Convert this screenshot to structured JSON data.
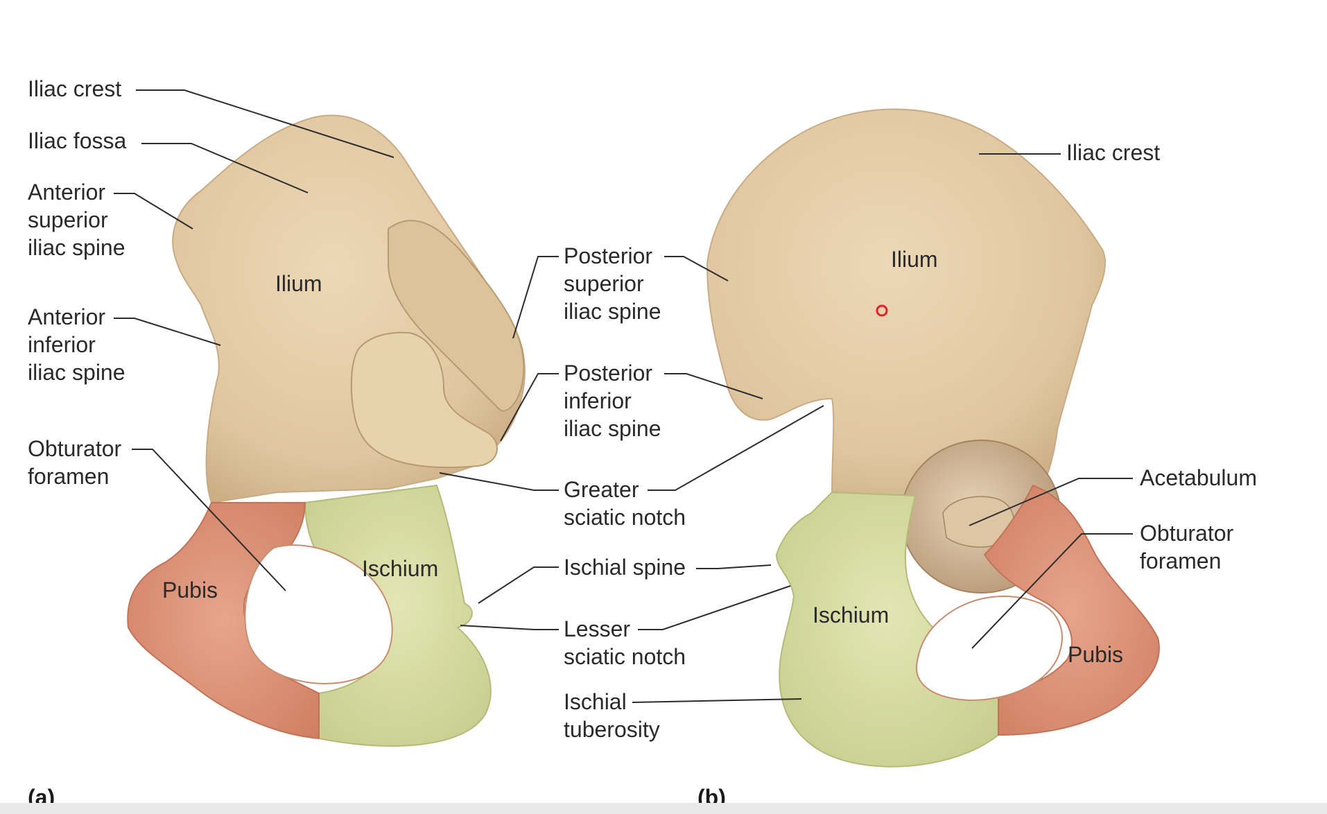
{
  "figure": {
    "panel_a": {
      "tag": "(a)",
      "labels": {
        "iliac_crest": "Iliac crest",
        "iliac_fossa": "Iliac fossa",
        "asis": "Anterior\nsuperior\niliac spine",
        "aiis": "Anterior\ninferior\niliac spine",
        "obturator_foramen": "Obturator\nforamen",
        "ilium": "Ilium",
        "ischium": "Ischium",
        "pubis": "Pubis"
      }
    },
    "center_labels": {
      "psis": "Posterior\nsuperior\niliac spine",
      "piis": "Posterior\ninferior\niliac spine",
      "greater_sciatic_notch": "Greater\nsciatic notch",
      "ischial_spine": "Ischial spine",
      "lesser_sciatic_notch": "Lesser\nsciatic notch",
      "ischial_tuberosity": "Ischial\ntuberosity"
    },
    "panel_b": {
      "tag": "(b)",
      "labels": {
        "iliac_crest": "Iliac crest",
        "acetabulum": "Acetabulum",
        "obturator_foramen": "Obturator\nforamen",
        "ilium": "Ilium",
        "ischium": "Ischium",
        "pubis": "Pubis"
      }
    }
  },
  "colors": {
    "ilium": "#e8d3b0",
    "ilium_shadow": "#d2b78f",
    "ischium": "#d9dda5",
    "pubis": "#e19a80",
    "leader": "#2c2c2c",
    "pointer_marker": "#e0202a"
  }
}
